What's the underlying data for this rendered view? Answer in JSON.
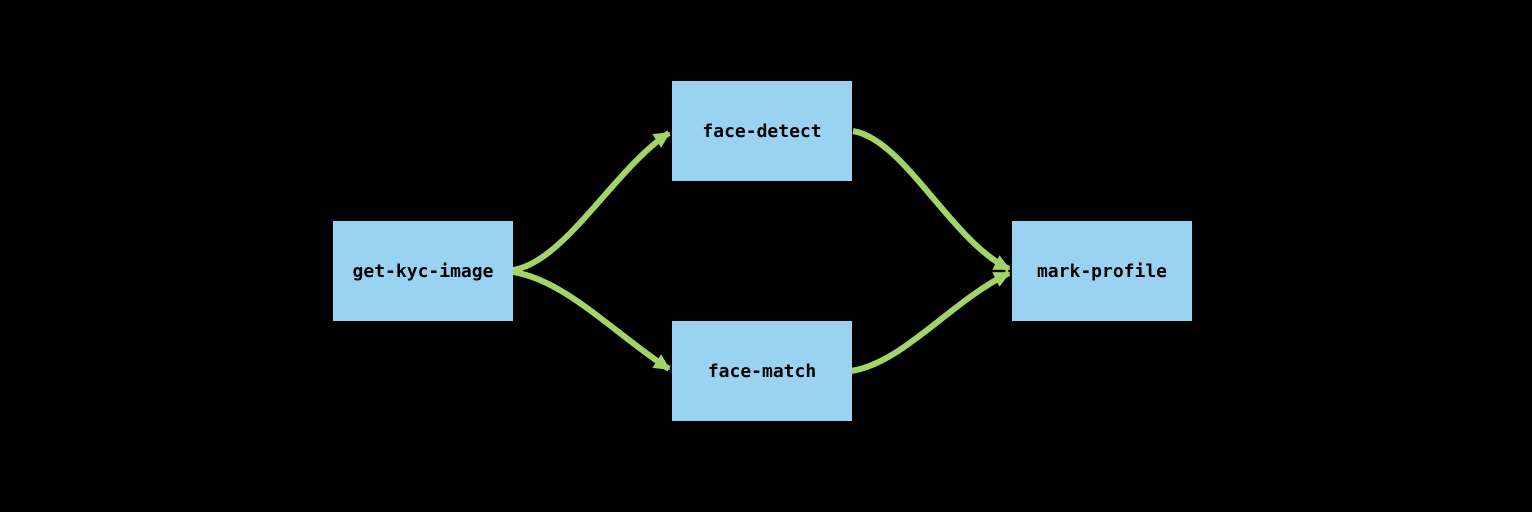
{
  "diagram": {
    "type": "dag",
    "nodes": [
      {
        "id": "get-kyc-image",
        "label": "get-kyc-image"
      },
      {
        "id": "face-detect",
        "label": "face-detect"
      },
      {
        "id": "face-match",
        "label": "face-match"
      },
      {
        "id": "mark-profile",
        "label": "mark-profile"
      }
    ],
    "edges": [
      {
        "from": "get-kyc-image",
        "to": "face-detect"
      },
      {
        "from": "get-kyc-image",
        "to": "face-match"
      },
      {
        "from": "face-detect",
        "to": "mark-profile"
      },
      {
        "from": "face-match",
        "to": "mark-profile"
      }
    ]
  },
  "colors": {
    "background": "#000000",
    "node-fill": "#9AD2F2",
    "node-text": "#000000",
    "edge": "#A2D469"
  }
}
